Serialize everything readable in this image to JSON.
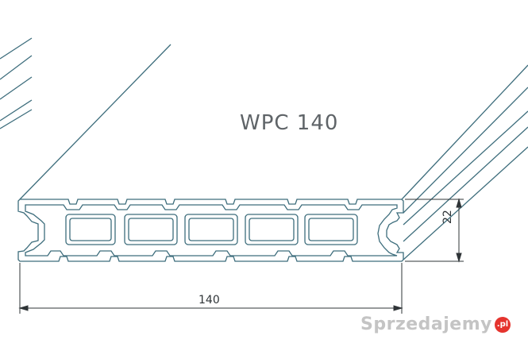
{
  "diagram": {
    "title": "WPC 140",
    "width_dim": "140",
    "height_dim": "22",
    "line_color": "#3d6d7c",
    "dim_color": "#2f3437"
  },
  "watermark": {
    "text": "Sprzedajemy",
    "badge": ".pl",
    "badge_color": "#e5342e"
  }
}
